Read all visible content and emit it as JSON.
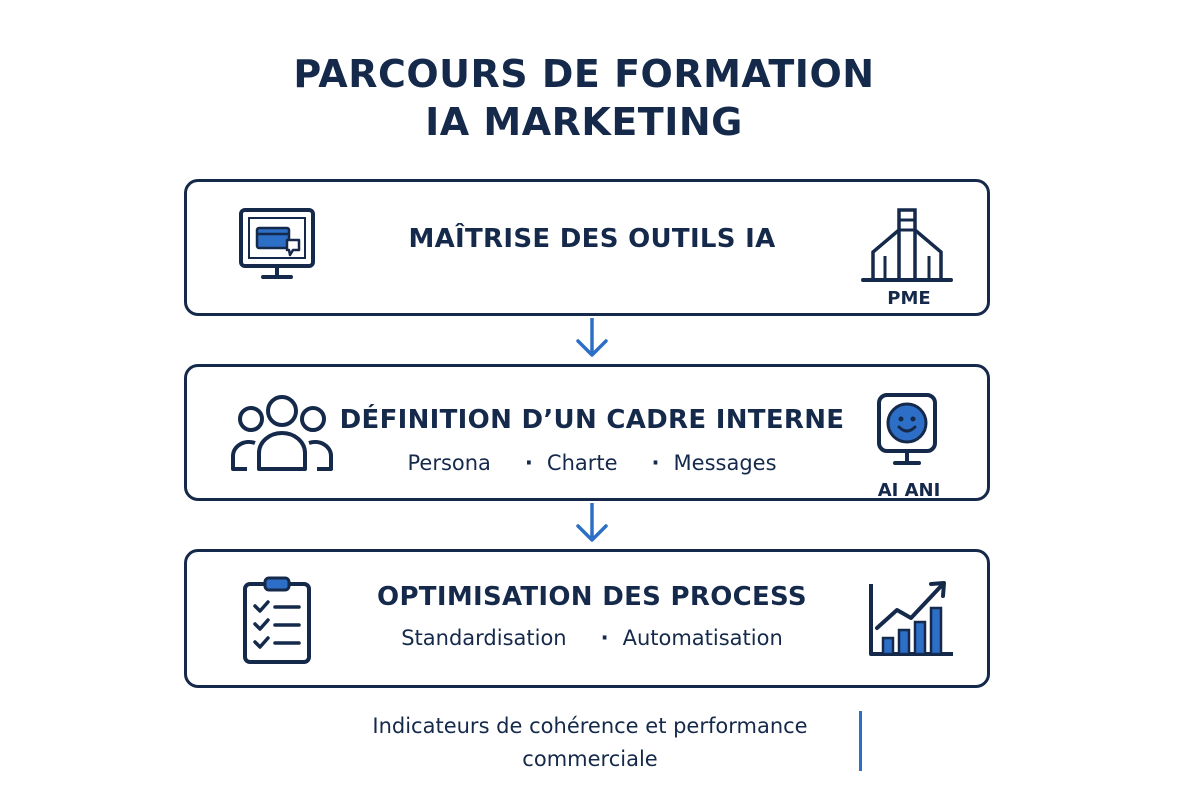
{
  "title": {
    "line1": "PARCOURS DE FORMATION",
    "line2": "IA MARKETING"
  },
  "steps": [
    {
      "title": "MAÎTRISE DES OUTILS IA",
      "items": [],
      "left_icon": "computer-monitor-icon",
      "right_icon": "building-icon",
      "right_caption": "PME"
    },
    {
      "title": "DÉFINITION D’UN CADRE INTERNE",
      "items": [
        "Persona",
        "Charte",
        "Messages"
      ],
      "left_icon": "people-group-icon",
      "right_icon": "ai-smiley-screen-icon",
      "right_caption": "AI ANI"
    },
    {
      "title": "OPTIMISATION DES PROCESS",
      "items": [
        "Standardisation",
        "Automatisation"
      ],
      "left_icon": "checklist-clipboard-icon",
      "right_icon": "growth-chart-icon",
      "right_caption": ""
    }
  ],
  "footer": {
    "line1": "Indicateurs de cohérence et performance",
    "line2": "commerciale"
  },
  "colors": {
    "navy": "#15294b",
    "accent_blue": "#2d6fc7",
    "background": "#ffffff"
  }
}
